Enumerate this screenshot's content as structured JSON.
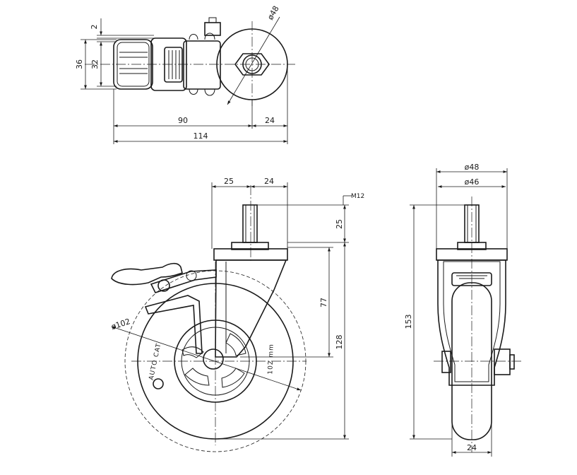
{
  "top_view": {
    "dim_2": "2",
    "dim_36": "36",
    "dim_32": "32",
    "dim_dia48": "ø48",
    "dim_90": "90",
    "dim_24": "24",
    "dim_114": "114"
  },
  "side_view": {
    "dim_25_h": "25",
    "dim_24_h": "24",
    "dim_m12": "M12",
    "dim_25_v": "25",
    "dim_77": "77",
    "dim_128": "128",
    "dim_dia102": "ø102",
    "wheel_brand": "AUTO CAT",
    "wheel_size": "102 mm"
  },
  "front_view": {
    "dim_dia48": "ø48",
    "dim_dia46": "ø46",
    "dim_153": "153",
    "dim_24": "24"
  }
}
